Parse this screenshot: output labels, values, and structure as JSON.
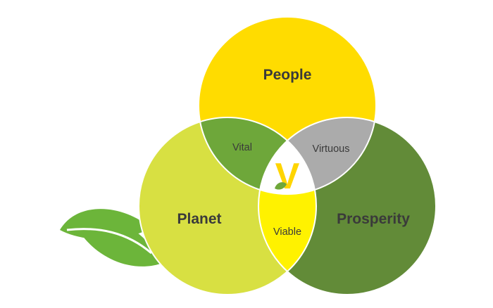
{
  "diagram": {
    "circles": {
      "people": {
        "label": "People",
        "color": "#ffdc00"
      },
      "planet": {
        "label": "Planet",
        "color": "#d8e042"
      },
      "prosperity": {
        "label": "Prosperity",
        "color": "#628b38"
      }
    },
    "intersections": {
      "vital": {
        "label": "Vital",
        "color": "#6ea73a"
      },
      "virtuous": {
        "label": "Virtuous",
        "color": "#ababab"
      },
      "viable": {
        "label": "Viable",
        "color": "#fff200"
      },
      "center": {
        "color": "#ffffff"
      }
    },
    "logo": {
      "letter": "V",
      "color": "#ffd500",
      "leaf_color": "#6ea73a"
    },
    "leaf_decoration": {
      "color": "#6cb53a"
    }
  }
}
